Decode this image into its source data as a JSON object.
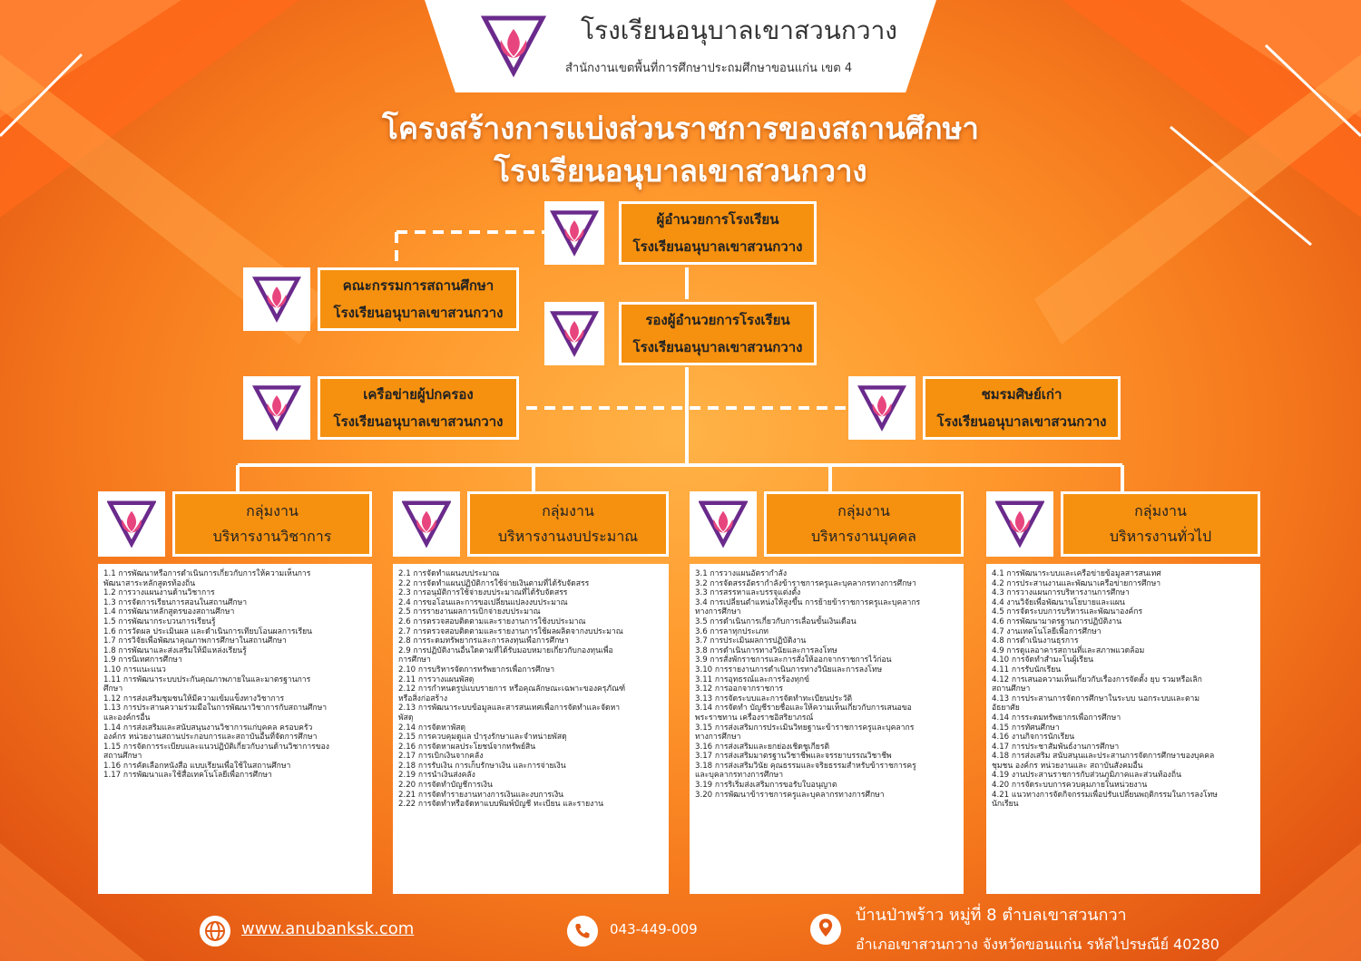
{
  "header": {
    "school_name": "โรงเรียนอนุบาลเขาสวนกวาง",
    "office": "สำนักงานเขตพื้นที่การศึกษาประถมศึกษาขอนแก่น เขต 4",
    "logo_caption": "โรงเรียนอนุบาลเขาสวนกวาง"
  },
  "title": {
    "line1": "โครงสร้างการแบ่งส่วนราชการของสถานศึกษา",
    "line2": "โรงเรียนอนุบาลเขาสวนกวาง"
  },
  "nodes": {
    "director": {
      "line1": "ผู้อำนวยการโรงเรียน",
      "line2": "โรงเรียนอนุบาลเขาสวนกวาง"
    },
    "committee": {
      "line1": "คณะกรรมการสถานศึกษา",
      "line2": "โรงเรียนอนุบาลเขาสวนกวาง"
    },
    "deputy": {
      "line1": "รองผู้อำนวยการโรงเรียน",
      "line2": "โรงเรียนอนุบาลเขาสวนกวาง"
    },
    "parents": {
      "line1": "เครือข่ายผู้ปกครอง",
      "line2": "โรงเรียนอนุบาลเขาสวนกวาง"
    },
    "alumni": {
      "line1": "ชมรมศิษย์เก่า",
      "line2": "โรงเรียนอนุบาลเขาสวนกวาง"
    }
  },
  "groups": [
    {
      "line1": "กลุ่มงาน",
      "line2": "บริหารงานวิชาการ",
      "items": [
        "1.1 การพัฒนาหรือการดำเนินการเกี่ยวกับการให้ความเห็นการ",
        "พัฒนาสาระหลักสูตรท้องถิ่น",
        "1.2 การวางแผนงานด้านวิชาการ",
        "1.3 การจัดการเรียนการสอนในสถานศึกษา",
        "1.4 การพัฒนาหลักสูตรของสถานศึกษา",
        "1.5 การพัฒนากระบวนการเรียนรู้",
        "1.6 การวัดผล ประเมินผล และดำเนินการเทียบโอนผลการเรียน",
        "1.7 การวิจัยเพื่อพัฒนาคุณภาพการศึกษาในสถานศึกษา",
        "1.8 การพัฒนาและส่งเสริมให้มีแหล่งเรียนรู้",
        "1.9 การนิเทศการศึกษา",
        "1.10 การแนะแนว",
        "1.11 การพัฒนาระบบประกันคุณภาพภายในและมาตรฐานการ",
        "ศึกษา",
        "1.12 การส่งเสริมชุมชนให้มีความเข้มแข็งทางวิชาการ",
        "1.13 การประสานความร่วมมือในการพัฒนาวิชาการกับสถานศึกษา",
        "และองค์กรอื่น",
        "1.14 การส่งเสริมและสนับสนุนงานวิชาการแก่บุคคล ครอบครัว",
        "องค์กร หน่วยงานสถานประกอบการและสถาบันอื่นที่จัดการศึกษา",
        "1.15 การจัดการระเบียบและแนวปฏิบัติเกี่ยวกับงานด้านวิชาการของ",
        "สถานศึกษา",
        "1.16 การคัดเลือกหนังสือ แบบเรียนเพื่อใช้ในสถานศึกษา",
        "1.17 การพัฒนาและใช้สื่อเทคโนโลยีเพื่อการศึกษา"
      ]
    },
    {
      "line1": "กลุ่มงาน",
      "line2": "บริหารงานงบประมาณ",
      "items": [
        "2.1 การจัดทำแผนงบประมาณ",
        "2.2 การจัดทำแผนปฏิบัติการใช้จ่ายเงินตามที่ได้รับจัดสรร",
        "2.3 การอนุมัติการใช้จ่ายงบประมาณที่ได้รับจัดสรร",
        "2.4 การขอโอนและการขอเปลี่ยนแปลงงบประมาณ",
        "2.5 การรายงานผลการเบิกจ่ายงบประมาณ",
        "2.6 การตรวจสอบติดตามและรายงานการใช้งบประมาณ",
        "2.7 การตรวจสอบติดตามและรายงานการใช้ผลผลิตจากงบประมาณ",
        "2.8 การระดมทรัพยากรและการลงทุนเพื่อการศึกษา",
        "2.9 การปฏิบัติงานอื่นใดตามที่ได้รับมอบหมายเกี่ยวกับกองทุนเพื่อ",
        "การศึกษา",
        "2.10 การบริหารจัดการทรัพยากรเพื่อการศึกษา",
        "2.11 การวางแผนพัสดุ",
        "2.12 การกำหนดรูปแบบรายการ หรือคุณลักษณะเฉพาะของครุภัณฑ์",
        "หรือสิ่งก่อสร้าง",
        "2.13 การพัฒนาระบบข้อมูลและสารสนเทศเพื่อการจัดทำและจัดหา",
        "พัสดุ",
        "2.14 การจัดหาพัสดุ",
        "2.15 การควบคุมดูแล บำรุงรักษาและจำหน่ายพัสดุ",
        "2.16 การจัดหาผลประโยชน์จากทรัพย์สิน",
        "2.17 การเบิกเงินจากคลัง",
        "2.18 การรับเงิน การเก็บรักษาเงิน และการจ่ายเงิน",
        "2.19 การนำเงินส่งคลัง",
        "2.20 การจัดทำบัญชีการเงิน",
        "2.21 การจัดทำรายงานทางการเงินและงบการเงิน",
        "2.22 การจัดทำหรือจัดหาแบบพิมพ์บัญชี ทะเบียน และรายงาน"
      ]
    },
    {
      "line1": "กลุ่มงาน",
      "line2": "บริหารงานบุคคล",
      "items": [
        "3.1 การวางแผนอัตรากำลัง",
        "3.2 การจัดสรรอัตรากำลังข้าราชการครูและบุคลากรทางการศึกษา",
        "3.3 การสรรหาและบรรจุแต่งตั้ง",
        "3.4 การเปลี่ยนตำแหน่งให้สูงขึ้น การย้ายข้าราชการครูและบุคลากร",
        "ทางการศึกษา",
        "3.5 การดำเนินการเกี่ยวกับการเลื่อนขั้นเงินเดือน",
        "3.6 การลาทุกประเภท",
        "3.7 การประเมินผลการปฏิบัติงาน",
        "3.8 การดำเนินการทางวินัยและการลงโทษ",
        "3.9 การสั่งพักราชการและการสั่งให้ออกจากราชการไว้ก่อน",
        "3.10 การรายงานการดำเนินการทางวินัยและการลงโทษ",
        "3.11 การอุทธรณ์และการร้องทุกข์",
        "3.12 การออกจากราชการ",
        "3.13 การจัดระบบและการจัดทำทะเบียนประวัติ",
        "3.14 การจัดทำ บัญชีรายชื่อและให้ความเห็นเกี่ยวกับการเสนอขอ",
        "พระราชทาน เครื่องราชอิสริยาภรณ์",
        "3.15 การส่งเสริมการประเมินวิทยฐานะข้าราชการครูและบุคลากร",
        "ทางการศึกษา",
        "3.16 การส่งเสริมและยกย่องเชิดชูเกียรติ",
        "3.17 การส่งเสริมมาตรฐานวิชาชีพและจรรยาบรรณวิชาชีพ",
        "3.18 การส่งเสริมวินัย คุณธรรมและจริยธรรมสำหรับข้าราชการครู",
        "และบุคลากรทางการศึกษา",
        "3.19 การริเริ่มส่งเสริมการขอรับใบอนุญาต",
        "3.20 การพัฒนาข้าราชการครูและบุคลากรทางการศึกษา"
      ]
    },
    {
      "line1": "กลุ่มงาน",
      "line2": "บริหารงานทั่วไป",
      "items": [
        "4.1 การพัฒนาระบบและเครือข่ายข้อมูลสารสนเทศ",
        "4.2 การประสานงานและพัฒนาเครือข่ายการศึกษา",
        "4.3 การวางแผนการบริหารงานการศึกษา",
        "4.4 งานวิจัยเพื่อพัฒนานโยบายและแผน",
        "4.5 การจัดระบบการบริหารและพัฒนาองค์กร",
        "4.6 การพัฒนามาตรฐานการปฏิบัติงาน",
        "4.7 งานเทคโนโลยีเพื่อการศึกษา",
        "4.8 การดำเนินงานธุรการ",
        "4.9 การดูแลอาคารสถานที่และสภาพแวดล้อม",
        "4.10 การจัดทำสำมะโนผู้เรียน",
        "4.11 การรับนักเรียน",
        "4.12 การเสนอความเห็นเกี่ยวกับเรื่องการจัดตั้ง ยุบ รวมหรือเลิก",
        "สถานศึกษา",
        "4.13 การประสานการจัดการศึกษาในระบบ นอกระบบและตาม",
        "อัธยาศัย",
        "4.14 การระดมทรัพยากรเพื่อการศึกษา",
        "4.15 การทัศนศึกษา",
        "4.16 งานกิจการนักเรียน",
        "4.17 การประชาสัมพันธ์งานการศึกษา",
        "4.18 การส่งเสริม สนับสนุนและประสานการจัดการศึกษาของบุคคล",
        "ชุมชน องค์กร หน่วยงานและ สถาบันสังคมอื่น",
        "4.19 งานประสานราชการกับส่วนภูมิภาคและส่วนท้องถิ่น",
        "4.20 การจัดระบบการควบคุมภายในหน่วยงาน",
        "4.21 แนวทางการจัดกิจกรรมเพื่อปรับเปลี่ยนพฤติกรรมในการลงโทษ",
        "นักเรียน"
      ]
    }
  ],
  "footer": {
    "website": "www.anubanksk.com",
    "phone": "043-449-009",
    "address_line1": "บ้านป่าพร้าว หมู่ที่ 8 ตำบลเขาสวนกวา",
    "address_line2": "อำเภอเขาสวนกวาง จังหวัดขอนแก่น รหัสไปรษณีย์ 40280"
  },
  "icons": {
    "logo": "school-logo-icon",
    "web": "globe-icon",
    "phone": "phone-icon",
    "location": "location-pin-icon"
  },
  "colors": {
    "background": "#f67a1d",
    "node": "#f69110",
    "logo_purple": "#6a2a8c",
    "logo_pink": "#e8457f"
  }
}
